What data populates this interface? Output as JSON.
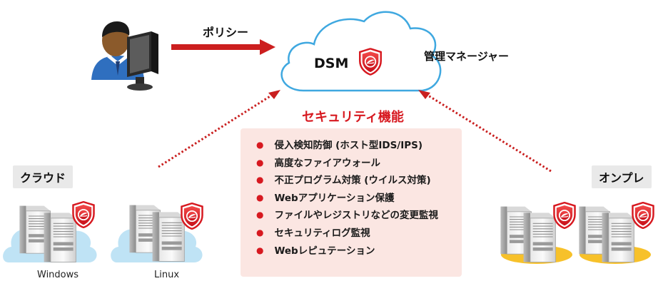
{
  "admin": {
    "arrow_label": "ポリシー"
  },
  "cloud": {
    "product": "DSM",
    "caption": "管理マネージャー"
  },
  "features": {
    "title": "セキュリティ機能",
    "items": [
      "侵入検知防御 (ホスト型IDS/IPS)",
      "高度なファイアウォール",
      "不正プログラム対策 (ウイルス対策)",
      "Webアプリケーション保護",
      "ファイルやレジストリなどの変更監視",
      "セキュリティログ監視",
      "Webレピュテーション"
    ]
  },
  "left_group": {
    "tag": "クラウド",
    "server_labels": [
      "Windows",
      "Linux"
    ]
  },
  "right_group": {
    "tag": "オンプレ"
  },
  "colors": {
    "accent": "#d71920",
    "feature_bg": "#fbe6e2",
    "cloud_blue": "#bfe3f5",
    "onprem_gold": "#f7c12a"
  }
}
